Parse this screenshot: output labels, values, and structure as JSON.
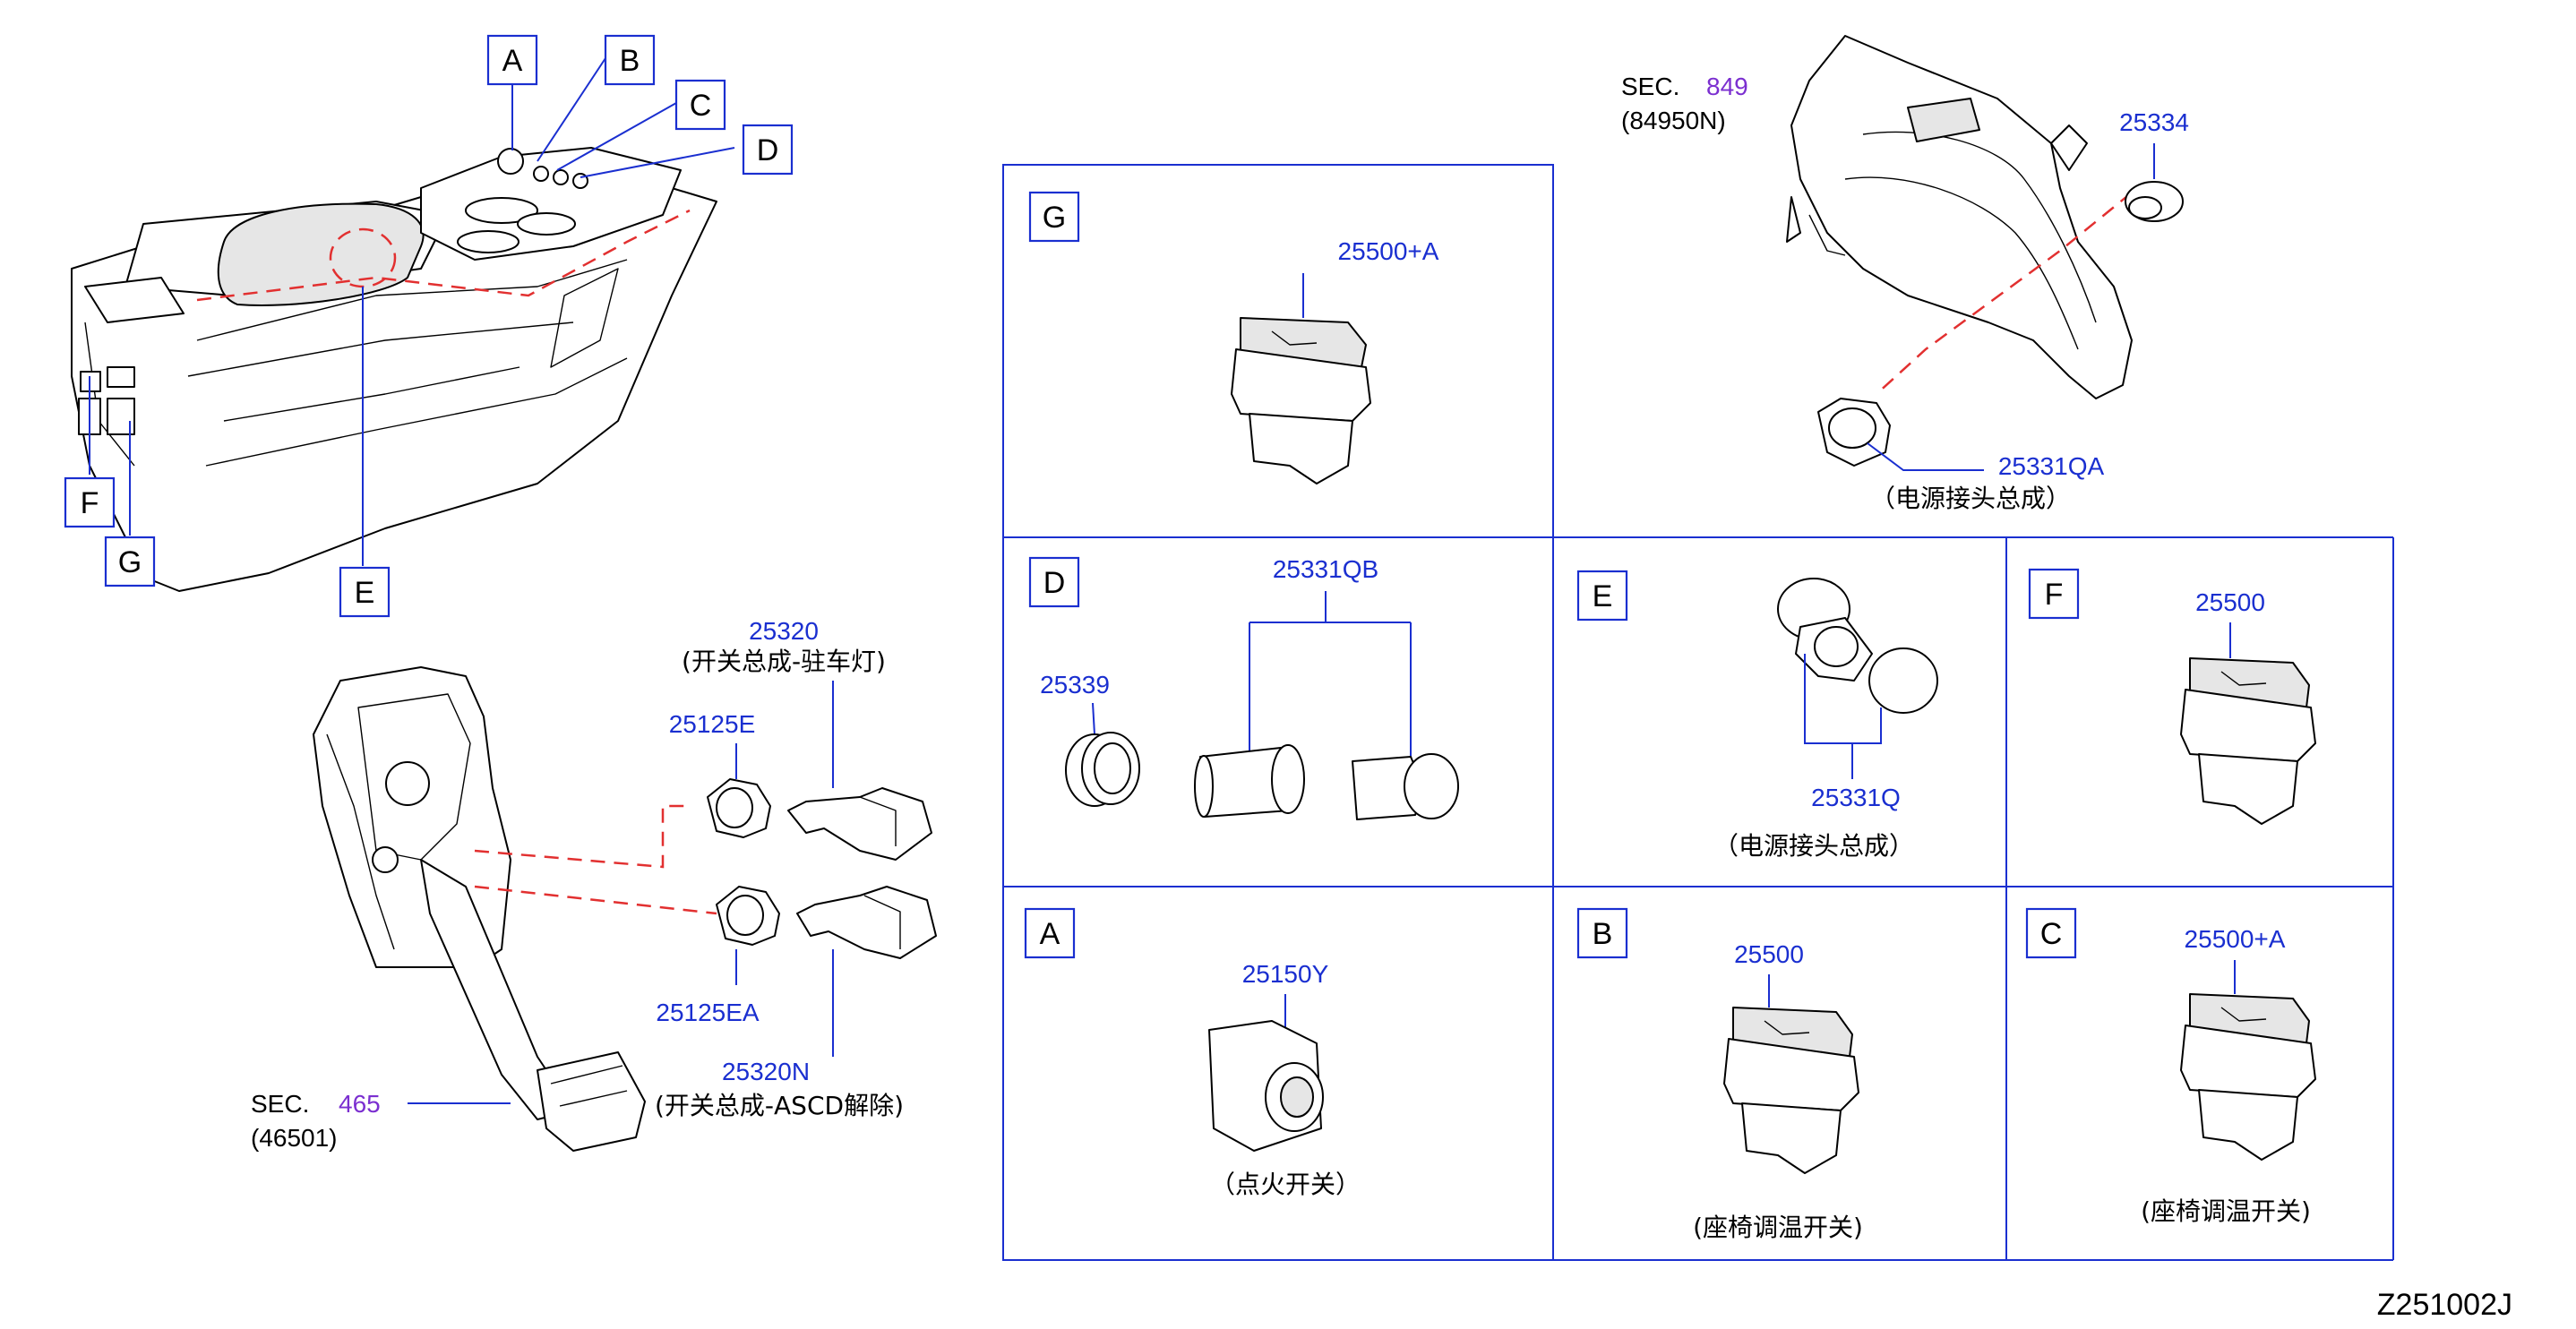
{
  "callouts": {
    "A": "A",
    "B": "B",
    "C": "C",
    "D": "D",
    "E": "E",
    "F": "F",
    "G": "G"
  },
  "panels": {
    "G": {
      "letter": "G",
      "part": "25500+A"
    },
    "D": {
      "letter": "D",
      "part_main": "25331QB",
      "part_ring": "25339"
    },
    "E": {
      "letter": "E",
      "part": "25331Q",
      "desc": "（电源接头总成）"
    },
    "F": {
      "letter": "F",
      "part": "25500"
    },
    "A": {
      "letter": "A",
      "part": "25150Y",
      "desc": "（点火开关）"
    },
    "B": {
      "letter": "B",
      "part": "25500",
      "desc": "(座椅调温开关)"
    },
    "C": {
      "letter": "C",
      "part": "25500+A",
      "desc": "(座椅调温开关)"
    }
  },
  "pedal": {
    "switch_top_part": "25320",
    "switch_top_desc": "(开关总成-驻车灯)",
    "clip_top": "25125E",
    "clip_bottom": "25125EA",
    "switch_bottom_part": "25320N",
    "switch_bottom_desc": "(开关总成-ASCD解除)",
    "sec_label": "SEC.",
    "sec_num": "465",
    "sec_code": "(46501)"
  },
  "trim": {
    "sec_label": "SEC.",
    "sec_num": "849",
    "sec_code": "(84950N)",
    "cap_part": "25334",
    "socket_part": "25331QA",
    "socket_desc": "（电源接头总成）"
  },
  "diagram_code": "Z251002J",
  "colors": {
    "part_number": "#1a2fd0",
    "section_number": "#7b2fd0",
    "leader": "#1a2fd0",
    "hidden_line": "#e23030"
  }
}
